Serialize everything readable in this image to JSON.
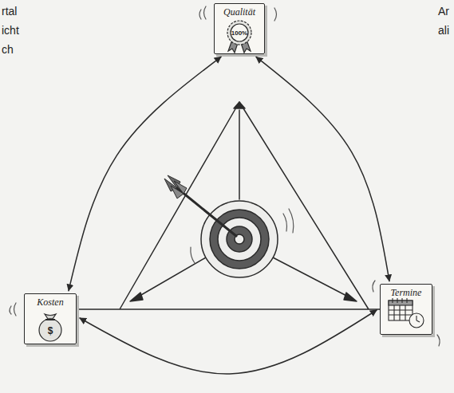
{
  "diagram": {
    "nodes": [
      {
        "text": [
          "Qualität"
        ]
      },
      {
        "text": [
          "Kosten"
        ]
      },
      {
        "text": [
          "Termine"
        ]
      }
    ],
    "edges": [
      {
        "from": 0,
        "to": 1,
        "arrow": "both"
      },
      {
        "from": 0,
        "to": 2,
        "arrow": "both"
      },
      {
        "from": 1,
        "to": 2,
        "arrow": "both"
      }
    ],
    "labels": [
      "rtal",
      "icht",
      "ch",
      "Ar",
      "ali",
      "100%",
      "$"
    ]
  }
}
